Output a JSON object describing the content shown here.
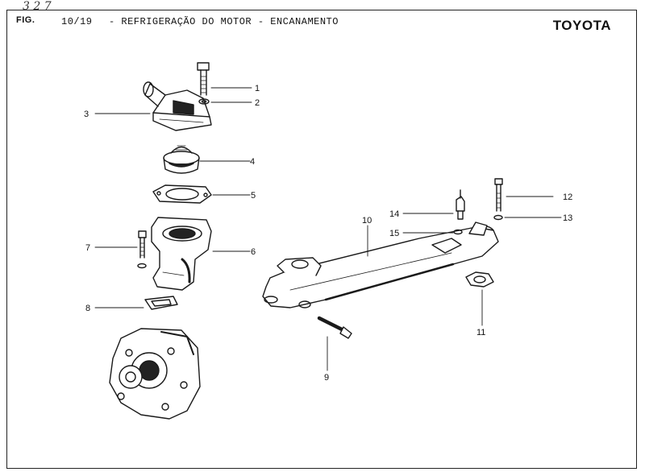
{
  "corner_note": "3 2 7",
  "header": {
    "fig_label": "FIG.",
    "fig_number": "10/19",
    "title": "-  REFRIGERAÇÃO DO MOTOR - ENCANAMENTO",
    "brand": "TOYOTA"
  },
  "callouts": [
    "1",
    "2",
    "3",
    "4",
    "5",
    "6",
    "7",
    "8",
    "9",
    "10",
    "11",
    "12",
    "13",
    "14",
    "15"
  ]
}
